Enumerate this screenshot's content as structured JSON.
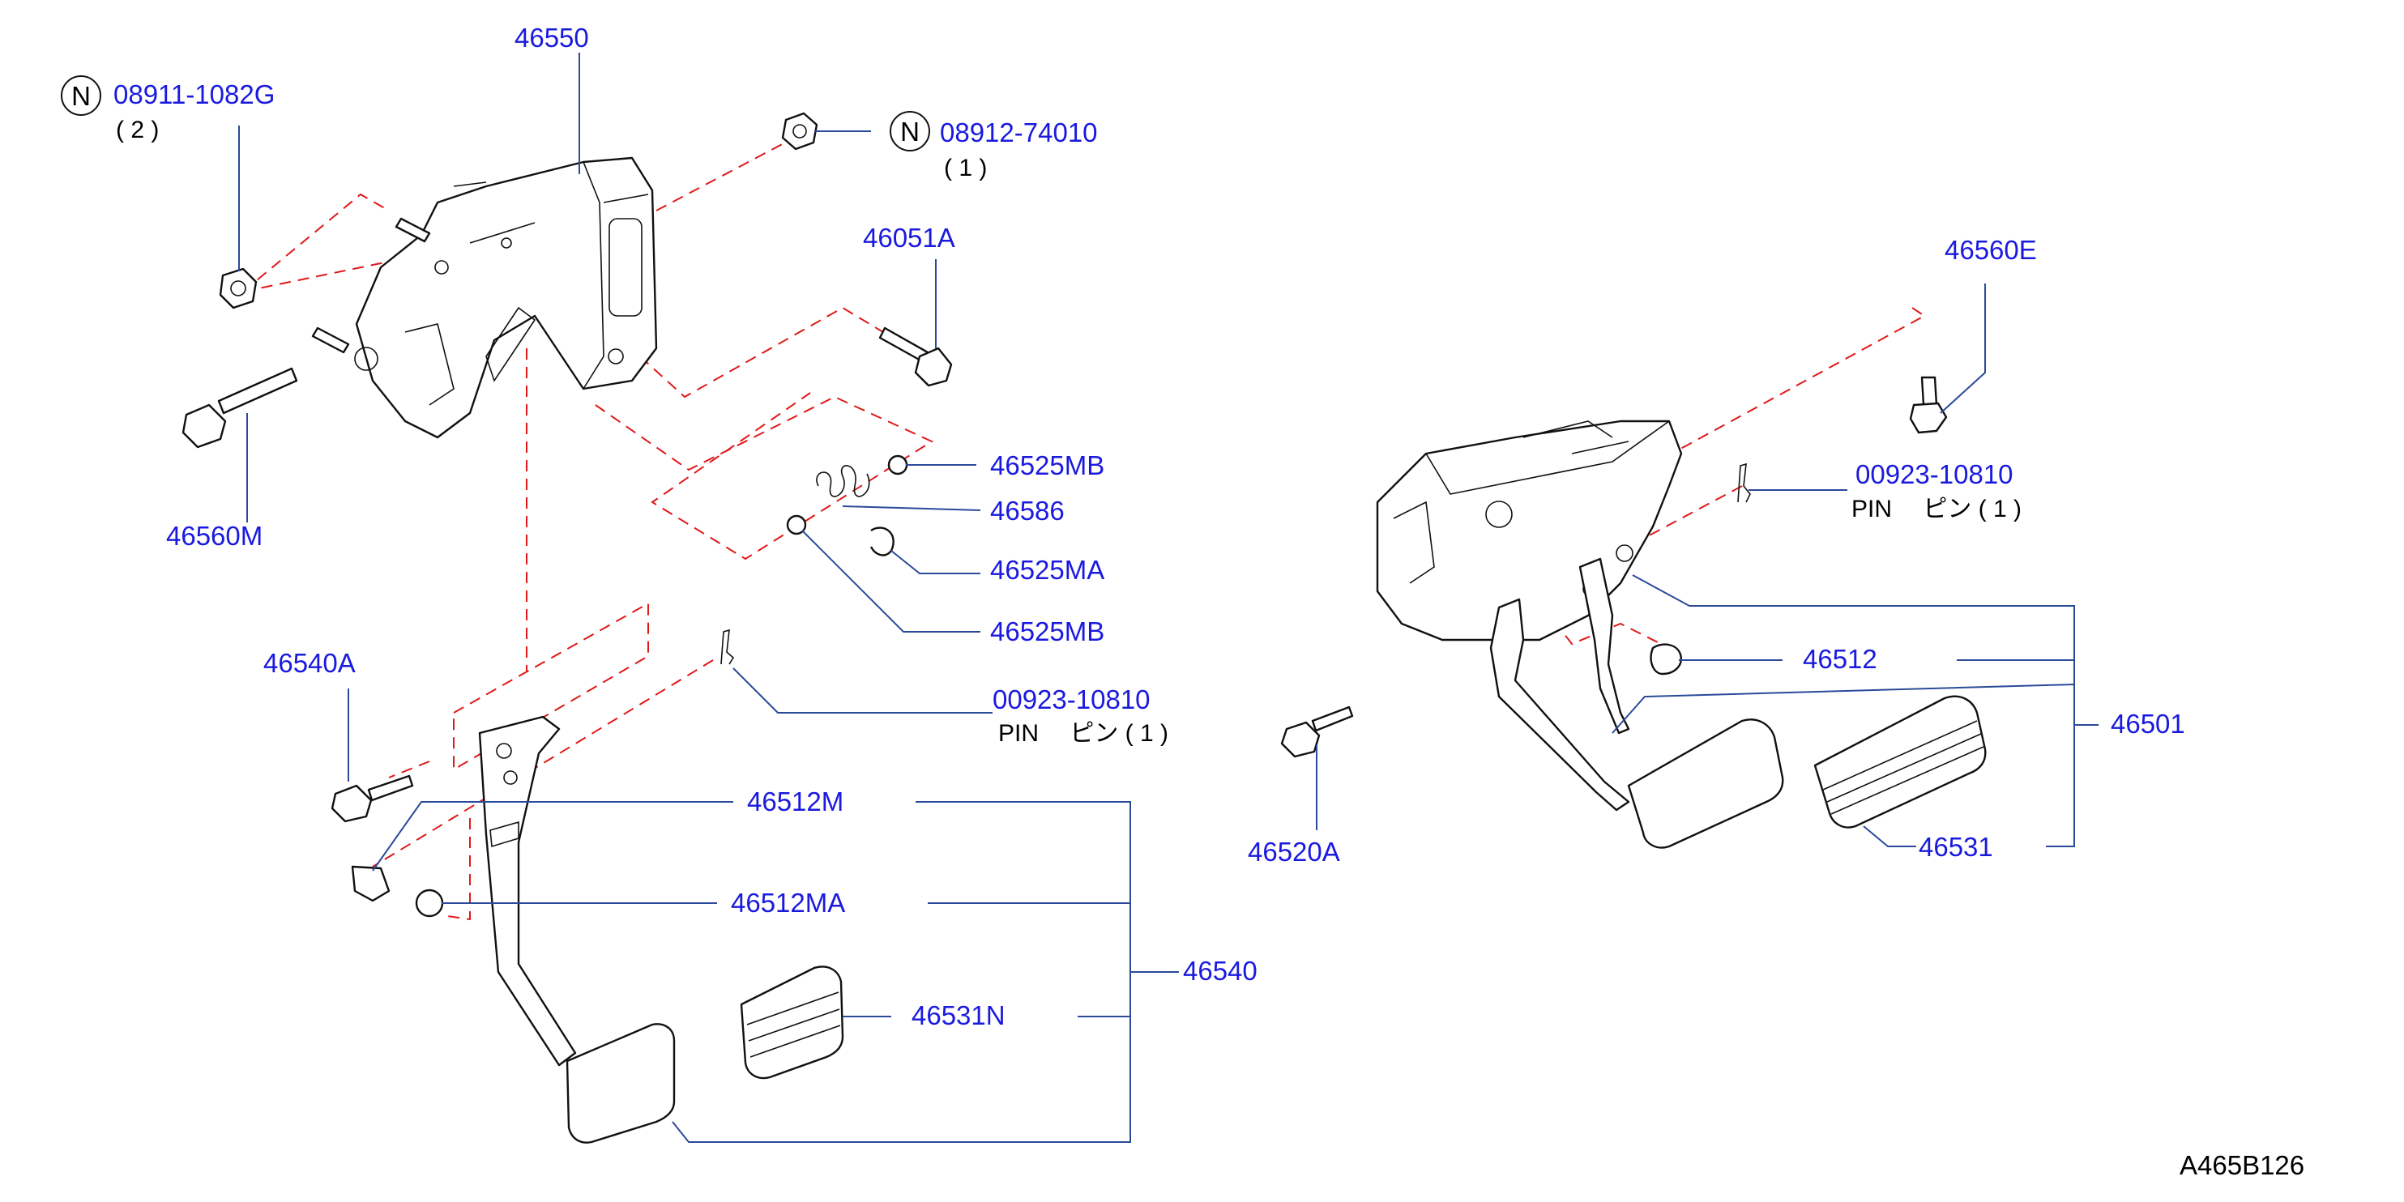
{
  "diagram_id": "A465B126",
  "colors": {
    "label": "#1a1adf",
    "leader": "#2a4a9a",
    "phantom": "#e01818",
    "part": "#111111"
  },
  "labels": {
    "p46550": "46550",
    "p08911": "08911-1082G",
    "q2": "( 2 )",
    "p08912": "08912-74010",
    "q1a": "( 1 )",
    "p46051a": "46051A",
    "p46560m": "46560M",
    "p46525mb_a": "46525MB",
    "p46586": "46586",
    "p46525ma": "46525MA",
    "p46525mb_b": "46525MB",
    "p46540a": "46540A",
    "p00923_a": "00923-10810",
    "pin_a": "PIN　 ピン ( 1 )",
    "p46512m": "46512M",
    "p46512ma": "46512MA",
    "p46540": "46540",
    "p46531n": "46531N",
    "p46560e": "46560E",
    "p00923_b": "00923-10810",
    "pin_b": "PIN　 ピン ( 1 )",
    "p46512": "46512",
    "p46501": "46501",
    "p46520a": "46520A",
    "p46531": "46531",
    "n_symbol": "N"
  }
}
